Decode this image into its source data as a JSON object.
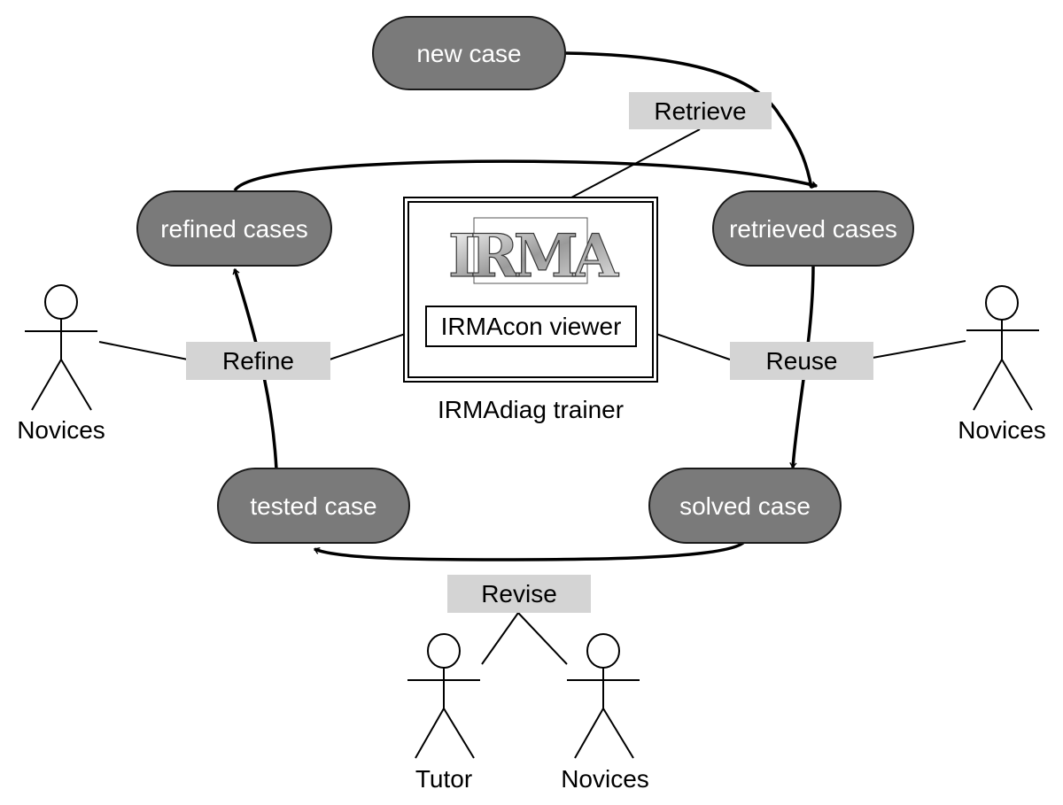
{
  "colors": {
    "case_node_fill": "#7a7a7a",
    "process_label_fill": "#d4d4d4",
    "line": "#000000"
  },
  "case_nodes": {
    "new_case": "new case",
    "refined_cases": "refined cases",
    "retrieved_cases": "retrieved cases",
    "tested_case": "tested case",
    "solved_case": "solved case"
  },
  "processes": {
    "retrieve": "Retrieve",
    "refine": "Refine",
    "reuse": "Reuse",
    "revise": "Revise"
  },
  "center": {
    "logo_text": "IRMA",
    "viewer_label": "IRMAcon viewer",
    "trainer_caption": "IRMAdiag trainer"
  },
  "actors": {
    "left": "Novices",
    "right": "Novices",
    "bottom_tutor": "Tutor",
    "bottom_novices": "Novices"
  }
}
